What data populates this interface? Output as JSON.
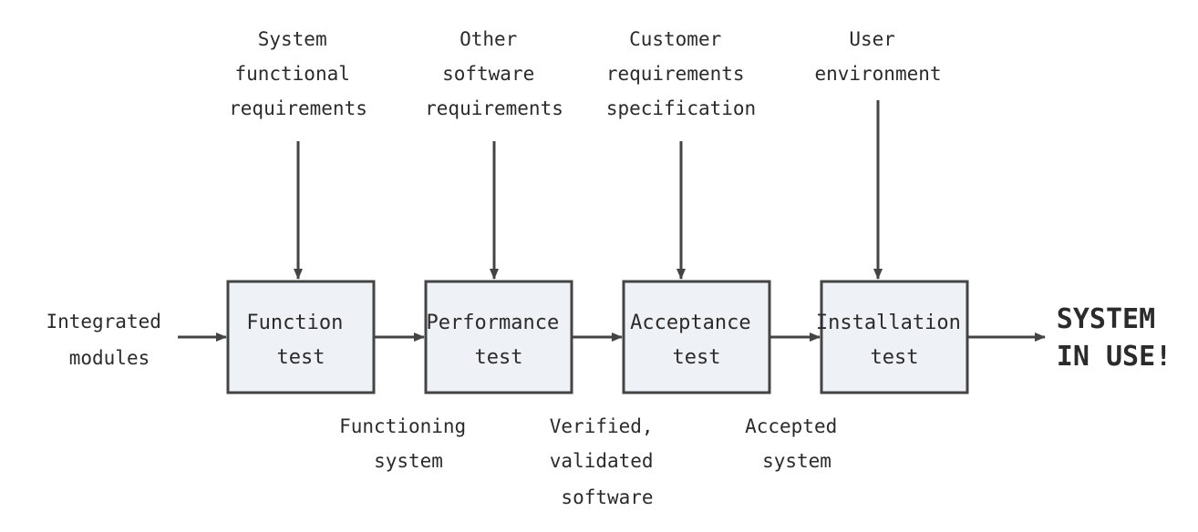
{
  "colors": {
    "box_fill": "#eef2f6",
    "stroke": "#444444",
    "text": "#2b2b2b"
  },
  "input_label": [
    "Integrated",
    "modules"
  ],
  "stages": [
    {
      "label": [
        "Function",
        "test"
      ],
      "requirement": [
        "System",
        "functional",
        "requirements"
      ]
    },
    {
      "label": [
        "Performance",
        "test"
      ],
      "requirement": [
        "Other",
        "software",
        "requirements"
      ]
    },
    {
      "label": [
        "Acceptance",
        "test"
      ],
      "requirement": [
        "Customer",
        "requirements",
        "specification"
      ]
    },
    {
      "label": [
        "Installation",
        "test"
      ],
      "requirement": [
        "User",
        "environment"
      ]
    }
  ],
  "outputs": [
    [
      "Functioning",
      "system"
    ],
    [
      "Verified,",
      "validated",
      "software"
    ],
    [
      "Accepted",
      "system"
    ]
  ],
  "final_output": [
    "SYSTEM",
    "IN USE!"
  ]
}
